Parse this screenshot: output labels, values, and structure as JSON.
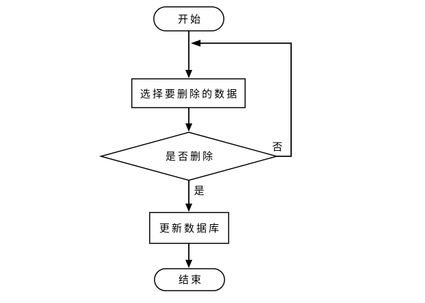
{
  "diagram": {
    "type": "flowchart",
    "background_color": "#ffffff",
    "line_color": "#000000",
    "node_fill_color": "#ffffff",
    "nodes": {
      "start": {
        "shape": "stadium",
        "label": "开始"
      },
      "select": {
        "shape": "process",
        "label": "选择要删除的数据"
      },
      "decision": {
        "shape": "decision",
        "label": "是否删除"
      },
      "update": {
        "shape": "process",
        "label": "更新数据库"
      },
      "end": {
        "shape": "stadium",
        "label": "结束"
      }
    },
    "edge_labels": {
      "no": "否",
      "yes": "是"
    },
    "edges": [
      {
        "from": "start",
        "to": "select",
        "label": ""
      },
      {
        "from": "select",
        "to": "decision",
        "label": ""
      },
      {
        "from": "decision",
        "to": "update",
        "label": "是"
      },
      {
        "from": "decision",
        "to": "select",
        "label": "否",
        "route": "right-loop-back"
      },
      {
        "from": "update",
        "to": "end",
        "label": ""
      }
    ]
  }
}
